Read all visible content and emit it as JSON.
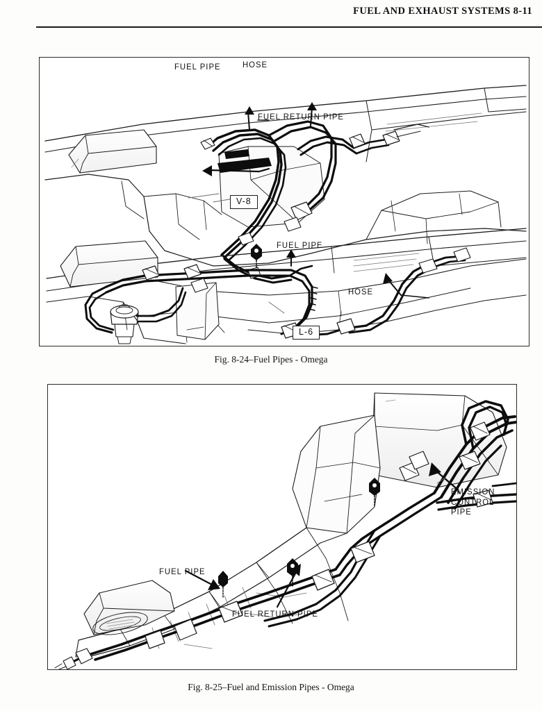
{
  "page": {
    "header_title": "FUEL AND EXHAUST SYSTEMS   8-11",
    "page_number": "8-11",
    "section_title": "FUEL AND EXHAUST SYSTEMS"
  },
  "figures": [
    {
      "id": "figure-1",
      "caption": "Fig. 8-24–Fuel Pipes - Omega",
      "figure_number": "8-24",
      "description": "Line drawing of vehicle underbody showing fuel pipe routing for V-8 and L-6 engines",
      "scenes": [
        {
          "variant_tag": "V-8",
          "callouts": [
            {
              "name": "fuel-pipe",
              "text": "FUEL PIPE"
            },
            {
              "name": "hose",
              "text": "HOSE"
            },
            {
              "name": "fuel-return-pipe",
              "text": "FUEL RETURN PIPE"
            }
          ]
        },
        {
          "variant_tag": "L-6",
          "callouts": [
            {
              "name": "fuel-pipe",
              "text": "FUEL PIPE"
            },
            {
              "name": "hose",
              "text": "HOSE"
            }
          ]
        }
      ]
    },
    {
      "id": "figure-2",
      "caption": "Fig. 8-25–Fuel and Emission Pipes - Omega",
      "figure_number": "8-25",
      "description": "Line drawing of vehicle underbody frame rail showing fuel, fuel return and emission control pipe routing",
      "callouts": [
        {
          "name": "fuel-pipe",
          "text": "FUEL PIPE"
        },
        {
          "name": "fuel-return-pipe",
          "text": "FUEL RETURN PIPE"
        },
        {
          "name": "emission-control-pipe",
          "text": "EMISSION\nCONTROL PIPE"
        }
      ]
    }
  ],
  "colors": {
    "ink": "#121212",
    "paper": "#fdfdfc",
    "rule": "#1a1a1a",
    "frame": "#2b2b2b",
    "shade_light": "#e9e9e9",
    "shade_mid": "#cfcfcf"
  }
}
